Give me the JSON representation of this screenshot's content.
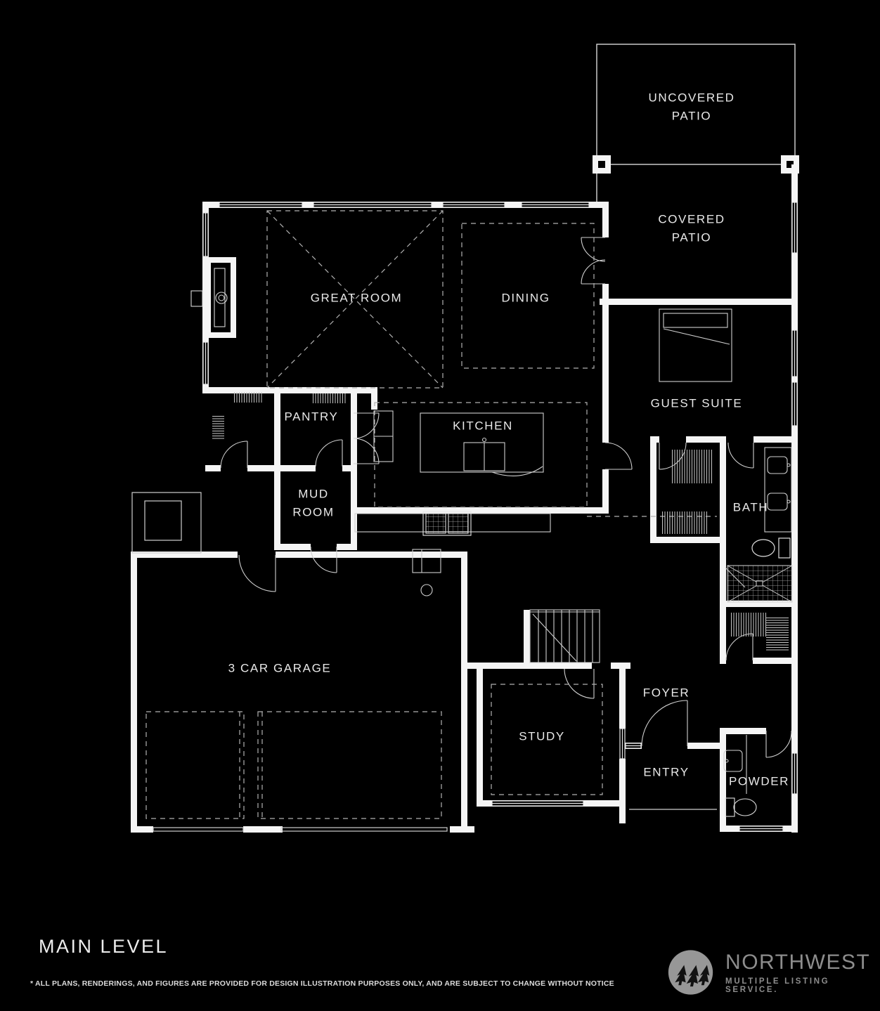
{
  "plan": {
    "title": "MAIN LEVEL",
    "disclaimer": "* ALL PLANS, RENDERINGS, AND FIGURES ARE PROVIDED FOR DESIGN ILLUSTRATION PURPOSES ONLY, AND ARE SUBJECT TO CHANGE WITHOUT NOTICE",
    "rooms": {
      "uncovered_patio": "UNCOVERED\nPATIO",
      "covered_patio": "COVERED\nPATIO",
      "great_room": "GREAT ROOM",
      "dining": "DINING",
      "guest_suite": "GUEST SUITE",
      "pantry": "PANTRY",
      "kitchen": "KITCHEN",
      "mud_room": "MUD\nROOM",
      "bath": "BATH",
      "garage": "3 CAR GARAGE",
      "foyer": "FOYER",
      "study": "STUDY",
      "entry": "ENTRY",
      "powder": "POWDER"
    }
  },
  "logo": {
    "name": "NORTHWEST",
    "tagline": "MULTIPLE LISTING SERVICE.",
    "icon": "pine-trees-icon",
    "color": "#8d8d8d"
  },
  "colors": {
    "background": "#000000",
    "walls": "#f5f5f5",
    "thin_lines": "#d8d8d8",
    "dashed_lines": "#b0b0b0",
    "label_text": "#e9e9e9"
  }
}
